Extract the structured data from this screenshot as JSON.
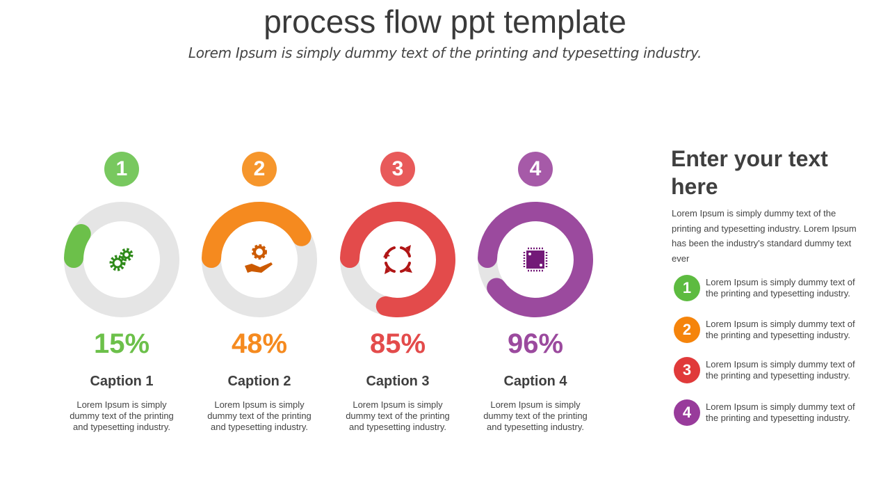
{
  "header": {
    "title": "process flow ppt template",
    "subtitle": "Lorem Ipsum is simply dummy text of the printing and typesetting industry."
  },
  "steps": [
    {
      "number": "1",
      "percent": "15%",
      "value": 15,
      "caption": "Caption 1",
      "text": "Lorem Ipsum is simply dummy text of the printing and typesetting industry.",
      "color": "#6cc04a",
      "badge_color": "#78c85f",
      "icon": "gears-icon",
      "icon_color": "#2f8a1a"
    },
    {
      "number": "2",
      "percent": "48%",
      "value": 48,
      "caption": "Caption 2",
      "text": "Lorem Ipsum is simply dummy text of the printing and typesetting industry.",
      "color": "#f58a1f",
      "badge_color": "#f6962c",
      "icon": "hand-gear-icon",
      "icon_color": "#cc5a00"
    },
    {
      "number": "3",
      "percent": "85%",
      "value": 85,
      "caption": "Caption 3",
      "text": "Lorem Ipsum is simply dummy text of the printing and typesetting industry.",
      "color": "#e34b4b",
      "badge_color": "#e85a5a",
      "icon": "cycle-arrows-icon",
      "icon_color": "#b01515"
    },
    {
      "number": "4",
      "percent": "96%",
      "value": 96,
      "caption": "Caption 4",
      "text": "Lorem Ipsum is simply dummy text of the printing and typesetting industry.",
      "color": "#9b4a9e",
      "badge_color": "#a65aa8",
      "icon": "chip-icon",
      "icon_color": "#731a78"
    }
  ],
  "side": {
    "heading": "Enter your text here",
    "paragraph": "Lorem Ipsum is simply dummy text of the printing and typesetting industry. Lorem Ipsum has been the industry's standard dummy text ever",
    "items": [
      {
        "number": "1",
        "text": "Lorem Ipsum is simply dummy text of the printing and typesetting industry.",
        "color": "#5dbb40"
      },
      {
        "number": "2",
        "text": "Lorem Ipsum is simply dummy text of the printing and typesetting industry.",
        "color": "#f5840b"
      },
      {
        "number": "3",
        "text": "Lorem Ipsum is simply dummy text of the printing and typesetting industry.",
        "color": "#e03a3a"
      },
      {
        "number": "4",
        "text": "Lorem Ipsum is simply dummy text of the printing and typesetting industry.",
        "color": "#983b9b"
      }
    ]
  }
}
